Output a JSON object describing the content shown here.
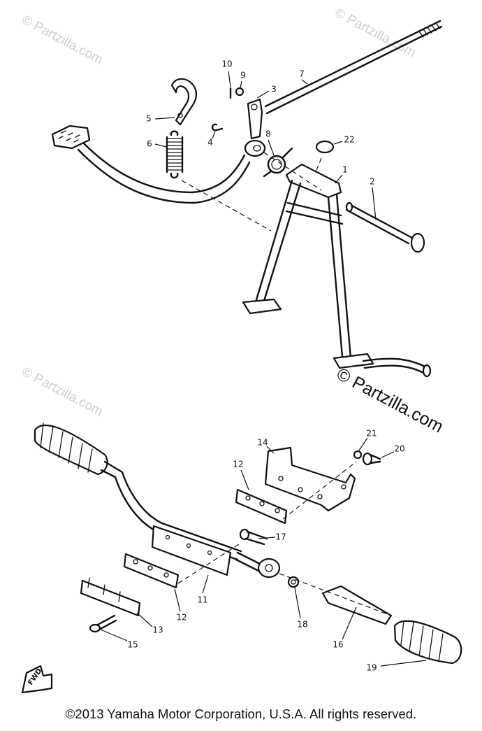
{
  "watermarks": {
    "top_left": "© Partzilla.com",
    "top_right": "© Partzilla.com",
    "middle_left": "© Partzilla.com",
    "middle_right": "© Partzilla.com"
  },
  "fwd_label": "FWD",
  "copyright": "©2013  Yamaha Motor Corporation, U.S.A. All rights reserved.",
  "callouts": [
    "1",
    "2",
    "3",
    "4",
    "5",
    "6",
    "7",
    "8",
    "9",
    "10",
    "11",
    "12",
    "13",
    "14",
    "15",
    "16",
    "17",
    "18",
    "19",
    "20",
    "21",
    "22",
    "12"
  ]
}
